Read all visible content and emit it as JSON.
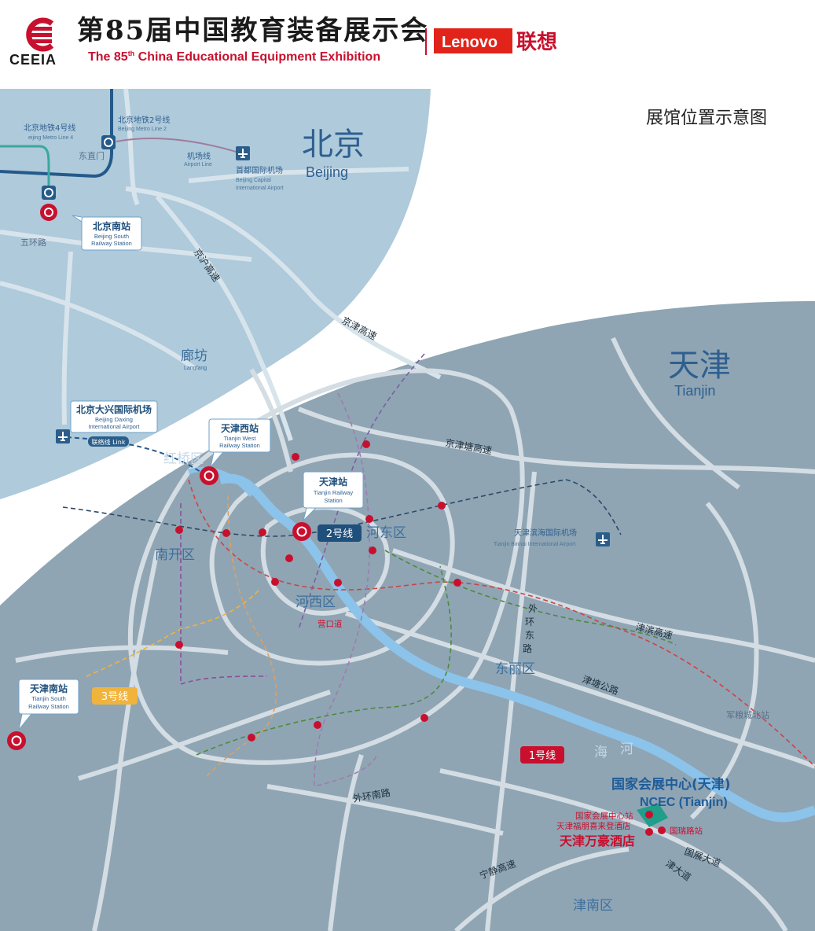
{
  "header": {
    "title_cn": "第85届中国教育装备展示会",
    "title_en_pre": "The 85",
    "title_en_sup": "th",
    "title_en_post": " China Educational Equipment Exhibition",
    "logo_text": "CEEIA",
    "partner_logo": "Lenovo",
    "partner_cn": "联想"
  },
  "map_title": "展馆位置示意图",
  "cities": {
    "beijing_cn": "北京",
    "beijing_en": "Beijing",
    "tianjin_cn": "天津",
    "tianjin_en": "Tianjin"
  },
  "beijing_labels": {
    "metro4_cn": "北京地铁4号线",
    "metro4_en": "eijing Metro Line 4",
    "metro2_cn": "北京地铁2号线",
    "metro2_en": "Beijing Metro Line 2",
    "dongzhimen": "东直门",
    "airport_line_cn": "机场线",
    "airport_line_en": "Airport Line",
    "capital_airport_cn": "首都国际机场",
    "capital_airport_en1": "Beijing Capital",
    "capital_airport_en2": "International Airport",
    "south_station_cn": "北京南站",
    "south_station_en1": "Beijing South",
    "south_station_en2": "Railway Station",
    "fifth_ring": "五环路",
    "jinghu": "京沪高速",
    "jingjin": "京津高速",
    "langfang_cn": "廊坊",
    "langfang_en": "Langfang",
    "daxing_cn": "北京大兴国际机场",
    "daxing_en1": "Beijing Daxing",
    "daxing_en2": "International Airport",
    "link_label": "联络线 Link"
  },
  "tianjin_labels": {
    "west_station_cn": "天津西站",
    "west_station_en1": "Tianjin West",
    "west_station_en2": "Railway Station",
    "station_cn": "天津站",
    "station_en1": "Tianjin Railway",
    "station_en2": "Station",
    "hongqiao": "红桥区",
    "nankai": "南开区",
    "hedong": "河东区",
    "hexi": "河西区",
    "dongli": "东丽区",
    "jinnan": "津南区",
    "yingkoudao": "营口道",
    "jintang_hw": "京津塘高速",
    "binhai_airport_cn": "天津滨海国际机场",
    "binhai_airport_en": "Tianjin Binhai International Airport",
    "outer_east": [
      "外",
      "环",
      "东",
      "路"
    ],
    "jinbin_hw": "津滨高速",
    "jintang_rd": "津塘公路",
    "junliangcheng": "军粮城北站",
    "haihe": [
      "海",
      "河"
    ],
    "outer_south": "外环南路",
    "ninghai_hw": "宁静高速",
    "south_station_cn": "天津南站",
    "south_station_en1": "Tianjin South",
    "south_station_en2": "Railway Station",
    "line1": "1号线",
    "line2": "2号线",
    "line3": "3号线",
    "ncec_cn": "国家会展中心(天津)",
    "ncec_en": "NCEC (Tianjin)",
    "ncec_station": "国家会展中心站",
    "fuji_hotel": "天津福朋喜来登酒店",
    "guorui_station": "国瑞路站",
    "wanhao_hotel": "天津万豪酒店",
    "guozhan_ave": "国展大道",
    "jinda_ave": "津大道"
  },
  "colors": {
    "brand_red": "#c8102e",
    "beijing_area": "#aecadb",
    "tianjin_area": "#8fa5b4",
    "road": "#d6dde2",
    "river": "#8cc3ea",
    "ncec_green": "#1f9e8a",
    "label_blue": "#1f4f7b",
    "line3_orange": "#f0b43c"
  }
}
